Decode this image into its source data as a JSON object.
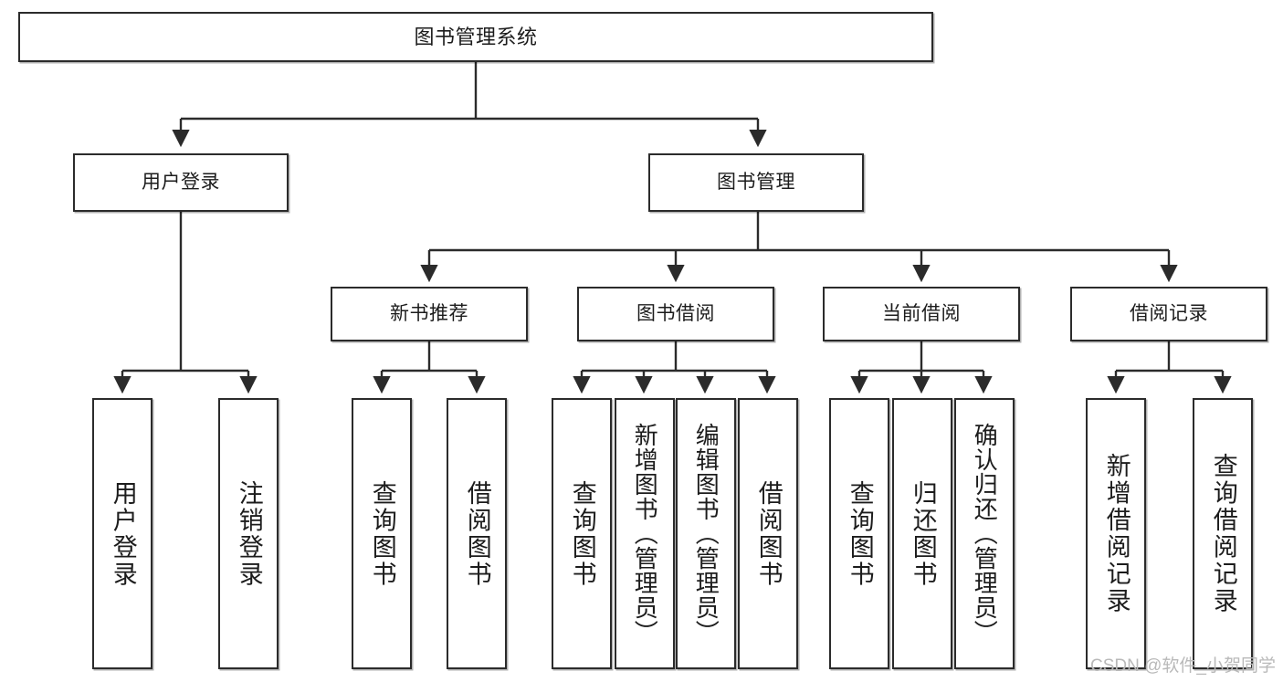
{
  "diagram": {
    "title": "图书管理系统",
    "watermark": "CSDN @软件_小贺同学",
    "accent_color": "#2b2b2b",
    "background_color": "#ffffff",
    "levels": {
      "root": {
        "label": "图书管理系统"
      },
      "level2": [
        {
          "label": "用户登录"
        },
        {
          "label": "图书管理"
        }
      ],
      "level3": [
        {
          "label": "新书推荐"
        },
        {
          "label": "图书借阅"
        },
        {
          "label": "当前借阅"
        },
        {
          "label": "借阅记录"
        }
      ],
      "leaves": [
        {
          "label": "用户登录"
        },
        {
          "label": "注销登录"
        },
        {
          "label": "查询图书"
        },
        {
          "label": "借阅图书"
        },
        {
          "label": "查询图书"
        },
        {
          "label": "新增图书（管理员）"
        },
        {
          "label": "编辑图书（管理员）"
        },
        {
          "label": "借阅图书"
        },
        {
          "label": "查询图书"
        },
        {
          "label": "归还图书"
        },
        {
          "label": "确认归还（管理员）"
        },
        {
          "label": "新增借阅记录"
        },
        {
          "label": "查询借阅记录"
        }
      ]
    }
  }
}
